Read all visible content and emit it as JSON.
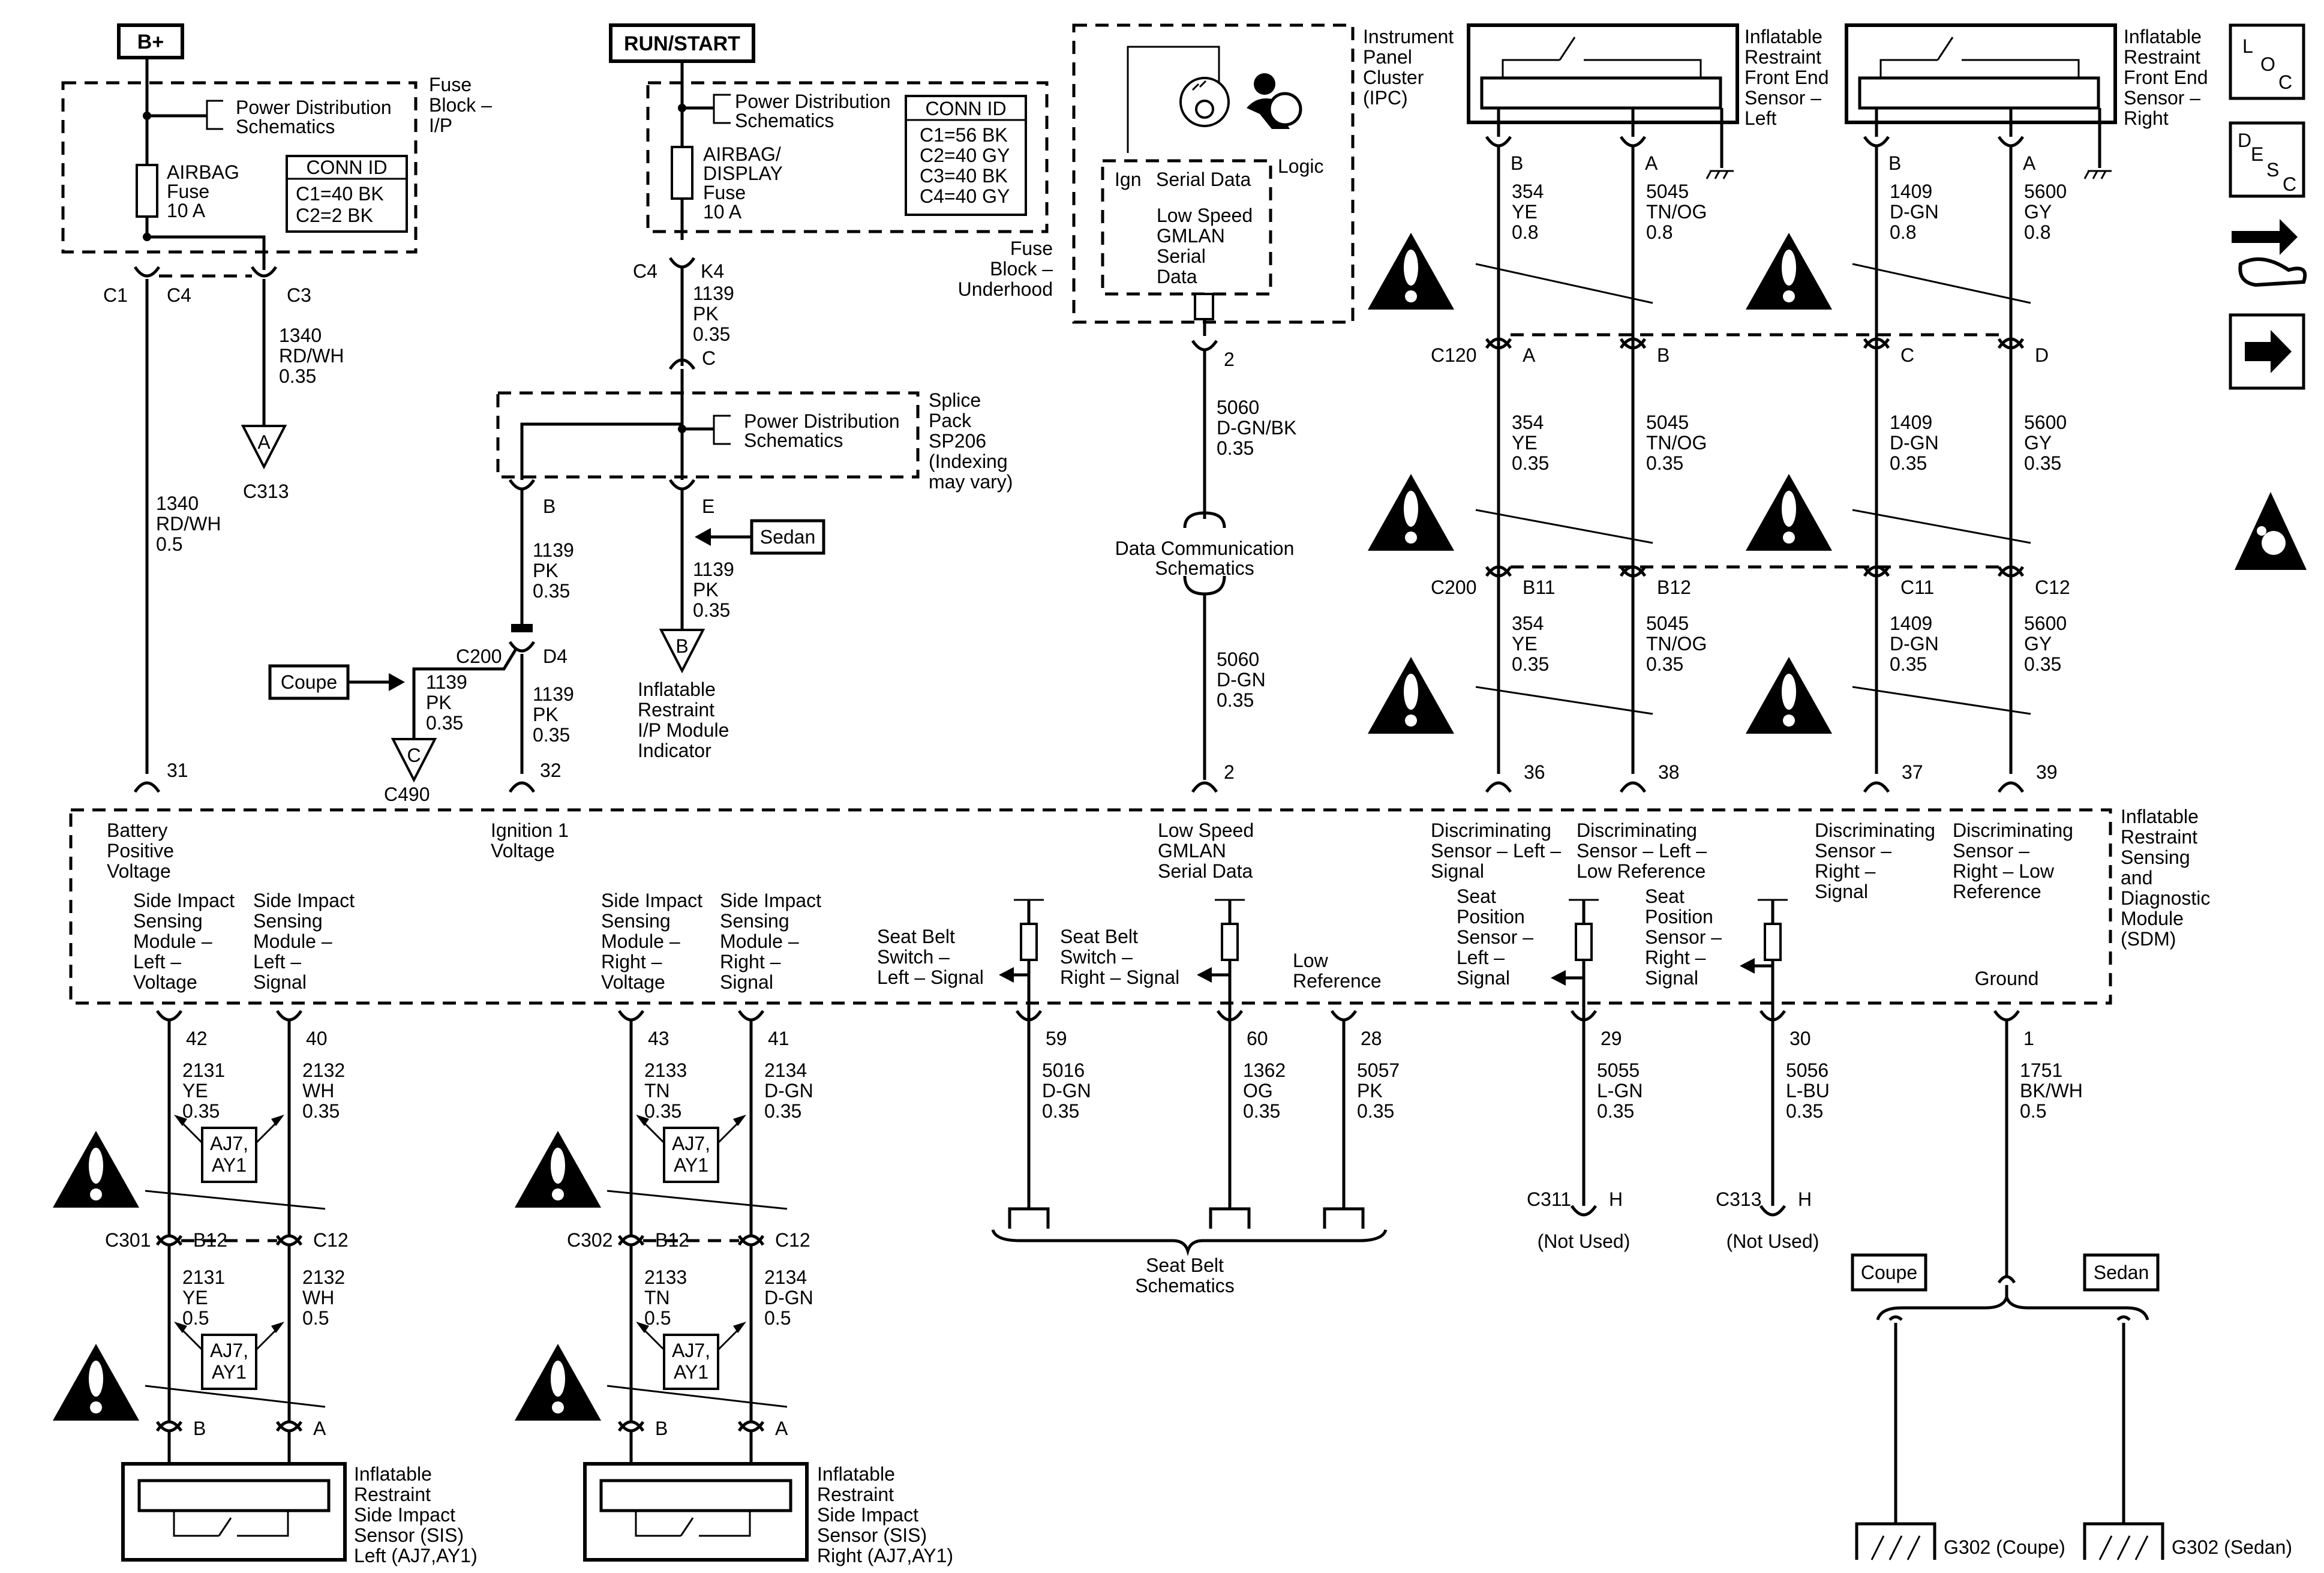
{
  "power": {
    "bplus": "B+",
    "run_start": "RUN/START"
  },
  "fuse_block_ip": {
    "pd_l1": "Power Distribution",
    "pd_l2": "Schematics",
    "name_l1": "Fuse",
    "name_l2": "Block –",
    "name_l3": "I/P",
    "fuse_l1": "AIRBAG",
    "fuse_l2": "Fuse",
    "fuse_l3": "10 A",
    "conn_title": "CONN ID",
    "conn_c1": "C1=40 BK",
    "conn_c2": "C2=2 BK",
    "pin_c1": "C1",
    "pin_c4": "C4",
    "pin_c3": "C3"
  },
  "fuse_block_uh": {
    "pd_l1": "Power Distribution",
    "pd_l2": "Schematics",
    "fuse_l1": "AIRBAG/",
    "fuse_l2": "DISPLAY",
    "fuse_l3": "Fuse",
    "fuse_l4": "10 A",
    "conn_title": "CONN ID",
    "c1": "C1=56 BK",
    "c2": "C2=40 GY",
    "c3": "C3=40 BK",
    "c4": "C4=40 GY",
    "name_l1": "Fuse",
    "name_l2": "Block –",
    "name_l3": "Underhood",
    "pin_c4": "C4",
    "pin_k4": "K4"
  },
  "wires_left": {
    "w1340a_n": "1340",
    "w1340a_c": "RD/WH",
    "w1340a_g": "0.35",
    "c313": "C313",
    "tri_a": "A",
    "w1340b_n": "1340",
    "w1340b_c": "RD/WH",
    "w1340b_g": "0.5"
  },
  "splice": {
    "w1139a_n": "1139",
    "w1139a_c": "PK",
    "w1139a_g": "0.35",
    "pin_c": "C",
    "pd_l1": "Power Distribution",
    "pd_l2": "Schematics",
    "name_l1": "Splice",
    "name_l2": "Pack",
    "name_l3": "SP206",
    "name_l4": "(Indexing",
    "name_l5": "may vary)",
    "pin_b": "B",
    "pin_e": "E",
    "w1139b_n": "1139",
    "w1139b_c": "PK",
    "w1139b_g": "0.35",
    "sedan": "Sedan",
    "w1139c_n": "1139",
    "w1139c_c": "PK",
    "w1139c_g": "0.35",
    "tri_b": "B",
    "ind_l1": "Inflatable",
    "ind_l2": "Restraint",
    "ind_l3": "I/P Module",
    "ind_l4": "Indicator",
    "c200": "C200",
    "d4": "D4",
    "coupe": "Coupe",
    "w1139d_n": "1139",
    "w1139d_c": "PK",
    "w1139d_g": "0.35",
    "w1139e_n": "1139",
    "w1139e_c": "PK",
    "w1139e_g": "0.35",
    "tri_c": "C",
    "c490": "C490"
  },
  "ipc": {
    "name_l1": "Instrument",
    "name_l2": "Panel",
    "name_l3": "Cluster",
    "name_l4": "(IPC)",
    "logic": "Logic",
    "ign": "Ign",
    "serial": "Serial Data",
    "ls_l1": "Low Speed",
    "ls_l2": "GMLAN",
    "ls_l3": "Serial",
    "ls_l4": "Data",
    "pin2": "2",
    "w5060a_n": "5060",
    "w5060a_c": "D-GN/BK",
    "w5060a_g": "0.35",
    "dc_l1": "Data Communication",
    "dc_l2": "Schematics",
    "w5060b_n": "5060",
    "w5060b_c": "D-GN",
    "w5060b_g": "0.35",
    "pin2b": "2"
  },
  "front_left": {
    "name_l1": "Inflatable",
    "name_l2": "Restraint",
    "name_l3": "Front End",
    "name_l4": "Sensor –",
    "name_l5": "Left",
    "pin_b": "B",
    "pin_a": "A"
  },
  "front_right": {
    "name_l1": "Inflatable",
    "name_l2": "Restraint",
    "name_l3": "Front End",
    "name_l4": "Sensor –",
    "name_l5": "Right",
    "pin_b": "B",
    "pin_a": "A"
  },
  "front_wires": {
    "r1": [
      [
        "354",
        "YE",
        "0.8"
      ],
      [
        "5045",
        "TN/OG",
        "0.8"
      ],
      [
        "1409",
        "D-GN",
        "0.8"
      ],
      [
        "5600",
        "GY",
        "0.8"
      ]
    ],
    "c120": "C120",
    "c120_pins": [
      "A",
      "B",
      "C",
      "D"
    ],
    "r2": [
      [
        "354",
        "YE",
        "0.35"
      ],
      [
        "5045",
        "TN/OG",
        "0.35"
      ],
      [
        "1409",
        "D-GN",
        "0.35"
      ],
      [
        "5600",
        "GY",
        "0.35"
      ]
    ],
    "c200": "C200",
    "c200_pins": [
      "B11",
      "B12",
      "C11",
      "C12"
    ],
    "r3": [
      [
        "354",
        "YE",
        "0.35"
      ],
      [
        "5045",
        "TN/OG",
        "0.35"
      ],
      [
        "1409",
        "D-GN",
        "0.35"
      ],
      [
        "5600",
        "GY",
        "0.35"
      ]
    ],
    "sdm_pins": [
      "36",
      "38",
      "37",
      "39"
    ]
  },
  "icons": {
    "loc_l": "L",
    "loc_o": "O",
    "loc_c": "C",
    "desc_d": "D",
    "desc_e": "E",
    "desc_s": "S",
    "desc_c": "C"
  },
  "sdm": {
    "pin31": "31",
    "pin32": "32",
    "pin2": "2",
    "bat_l1": "Battery",
    "bat_l2": "Positive",
    "bat_l3": "Voltage",
    "ign_l1": "Ignition 1",
    "ign_l2": "Voltage",
    "ls_l1": "Low Speed",
    "ls_l2": "GMLAN",
    "ls_l3": "Serial Data",
    "dsl_l1": "Discriminating",
    "dsl_l2": "Sensor – Left –",
    "dsl_l3": "Signal",
    "dsll_l1": "Discriminating",
    "dsll_l2": "Sensor – Left –",
    "dsll_l3": "Low Reference",
    "dsr_l1": "Discriminating",
    "dsr_l2": "Sensor –",
    "dsr_l3": "Right –",
    "dsr_l4": "Signal",
    "dsrl_l1": "Discriminating",
    "dsrl_l2": "Sensor –",
    "dsrl_l3": "Right – Low",
    "dsrl_l4": "Reference",
    "name_l1": "Inflatable",
    "name_l2": "Restraint",
    "name_l3": "Sensing",
    "name_l4": "and",
    "name_l5": "Diagnostic",
    "name_l6": "Module",
    "name_l7": "(SDM)",
    "sisl_v": [
      "Side Impact",
      "Sensing",
      "Module –",
      "Left –",
      "Voltage"
    ],
    "sisl_s": [
      "Side Impact",
      "Sensing",
      "Module –",
      "Left –",
      "Signal"
    ],
    "sisr_v": [
      "Side Impact",
      "Sensing",
      "Module –",
      "Right –",
      "Voltage"
    ],
    "sisr_s": [
      "Side Impact",
      "Sensing",
      "Module –",
      "Right –",
      "Signal"
    ],
    "sbl": [
      "Seat Belt",
      "Switch –",
      "Left – Signal"
    ],
    "sbr": [
      "Seat Belt",
      "Switch –",
      "Right – Signal"
    ],
    "lowref": [
      "Low",
      "Reference"
    ],
    "spl": [
      "Seat",
      "Position",
      "Sensor –",
      "Left –",
      "Signal"
    ],
    "spr": [
      "Seat",
      "Position",
      "Sensor –",
      "Right –",
      "Signal"
    ],
    "ground": "Ground"
  },
  "bottom": {
    "pins": [
      "42",
      "40",
      "43",
      "41",
      "59",
      "60",
      "28",
      "29",
      "30",
      "1"
    ],
    "w1": [
      [
        "2131",
        "YE",
        "0.35"
      ],
      [
        "2132",
        "WH",
        "0.35"
      ],
      [
        "2133",
        "TN",
        "0.35"
      ],
      [
        "2134",
        "D-GN",
        "0.35"
      ],
      [
        "5016",
        "D-GN",
        "0.35"
      ],
      [
        "1362",
        "OG",
        "0.35"
      ],
      [
        "5057",
        "PK",
        "0.35"
      ],
      [
        "5055",
        "L-GN",
        "0.35"
      ],
      [
        "5056",
        "L-BU",
        "0.35"
      ],
      [
        "1751",
        "BK/WH",
        "0.5"
      ]
    ],
    "opt": [
      "AJ7,",
      "AY1"
    ],
    "c301": "C301",
    "c302": "C302",
    "c_pins": [
      "B12",
      "C12"
    ],
    "w2": [
      [
        "2131",
        "YE",
        "0.5"
      ],
      [
        "2132",
        "WH",
        "0.5"
      ],
      [
        "2133",
        "TN",
        "0.5"
      ],
      [
        "2134",
        "D-GN",
        "0.5"
      ]
    ],
    "sis_pins": [
      "B",
      "A"
    ],
    "sisl": [
      "Inflatable",
      "Restraint",
      "Side Impact",
      "Sensor (SIS)",
      "Left (AJ7,AY1)"
    ],
    "sisr": [
      "Inflatable",
      "Restraint",
      "Side Impact",
      "Sensor (SIS)",
      "Right (AJ7,AY1)"
    ],
    "seatbelt": [
      "Seat Belt",
      "Schematics"
    ],
    "c311": "C311",
    "c313": "C313",
    "h": "H",
    "not_used": "(Not Used)",
    "coupe": "Coupe",
    "sedan": "Sedan",
    "g302c": "G302 (Coupe)",
    "g302s": "G302 (Sedan)"
  }
}
